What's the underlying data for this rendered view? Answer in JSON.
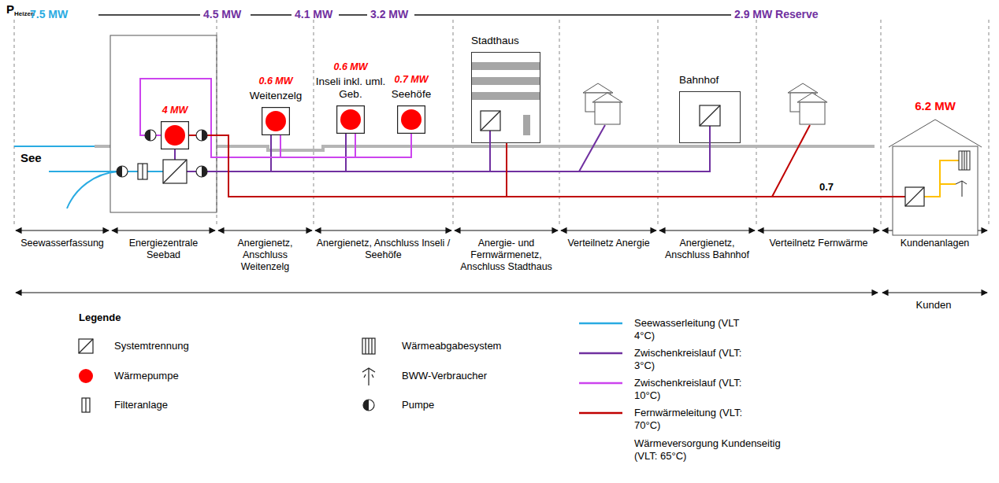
{
  "diagram": {
    "nodes": [
      {
        "text": [
          "4 MW"
        ]
      },
      {
        "text": [
          "0.6 MW",
          "Weitenzelg"
        ]
      },
      {
        "text": [
          "0.6 MW",
          "Inseli inkl. uml. Geb."
        ]
      },
      {
        "text": [
          "0.7 MW",
          "Seehöfe"
        ]
      },
      {
        "text": [
          "Stadthaus"
        ]
      },
      {
        "text": [
          "Bahnhof"
        ]
      },
      {
        "text": [
          "6.2 MW"
        ]
      }
    ],
    "edges": [
      {
        "from": 0,
        "to": 1,
        "arrow": "none"
      },
      {
        "from": 0,
        "to": 2,
        "arrow": "none"
      },
      {
        "from": 0,
        "to": 3,
        "arrow": "none"
      },
      {
        "from": 0,
        "to": 4,
        "arrow": "none"
      },
      {
        "from": 0,
        "to": 6,
        "arrow": "none",
        "label": "0.7"
      }
    ],
    "labels": [
      "P",
      "Heizen",
      "7.5 MW",
      "4.5 MW",
      "4.1 MW",
      "3.2 MW",
      "2.9 MW Reserve",
      "See",
      "Seewasserfassung",
      "Energiezentrale Seebad",
      "Anergienetz, Anschluss Weitenzelg",
      "Anergienetz, Anschluss Inseli / Seehöfe",
      "Anergie- und Fernwärmenetz, Anschluss Stadthaus",
      "Verteilnetz Anergie",
      "Anergienetz, Anschluss Bahnhof",
      "Verteilnetz Fernwärme",
      "Kundenanlagen",
      "Kunden",
      "Legende"
    ],
    "legend": [
      {
        "text": "Systemtrennung"
      },
      {
        "text": "Wärmepumpe"
      },
      {
        "text": "Filteranlage"
      },
      {
        "text": "Wärmeabgabesystem"
      },
      {
        "text": "BWW-Verbraucher"
      },
      {
        "text": "Pumpe"
      },
      {
        "text": "Seewasserleitung (VLT 4°C)",
        "color": "#29abe2"
      },
      {
        "text": "Zwischenkreislauf (VLT: 3°C)",
        "color": "#7030a0"
      },
      {
        "text": "Zwischenkreislauf (VLT: 10°C)",
        "color": "#cc44ee"
      },
      {
        "text": "Fernwärmeleitung (VLT: 70°C)",
        "color": "#c00000"
      },
      {
        "text": "Wärmeversorgung Kundenseitig (VLT: 65°C)"
      }
    ]
  }
}
